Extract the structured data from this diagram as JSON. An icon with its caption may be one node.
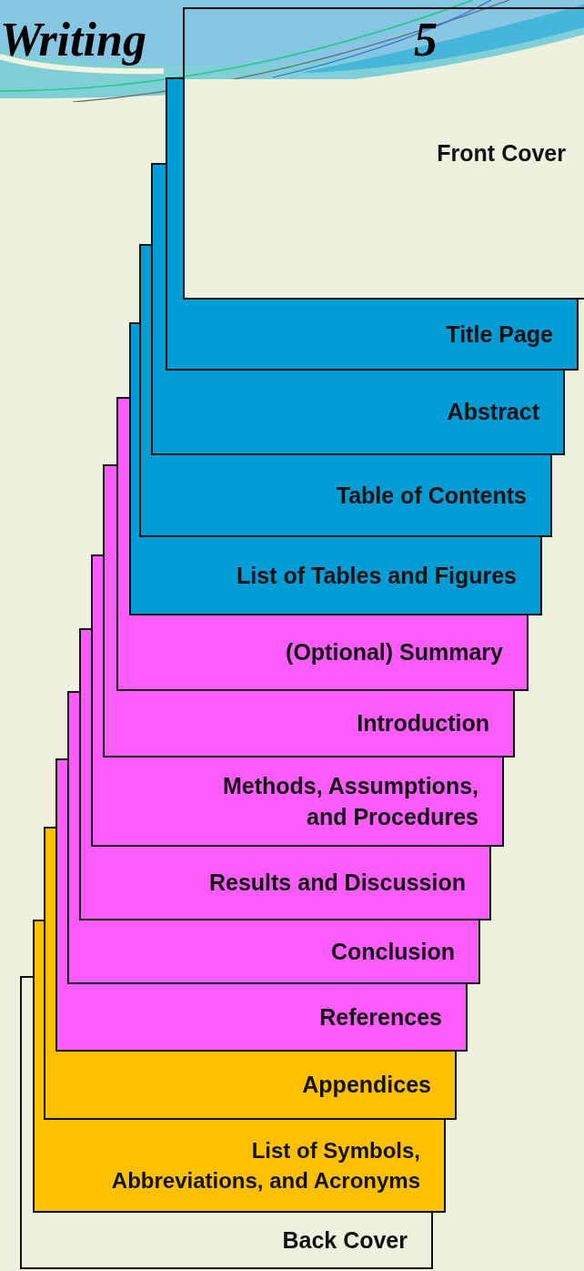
{
  "diagram": {
    "nodes": [
      {
        "text": [
          "Front Cover"
        ]
      },
      {
        "text": [
          "Title Page"
        ]
      },
      {
        "text": [
          "Abstract"
        ]
      },
      {
        "text": [
          "Table of Contents"
        ]
      },
      {
        "text": [
          "List of Tables and Figures"
        ]
      },
      {
        "text": [
          "(Optional) Summary"
        ]
      },
      {
        "text": [
          "Introduction"
        ]
      },
      {
        "text": [
          "Methods, Assumptions, and Procedures"
        ]
      },
      {
        "text": [
          "Results and Discussion"
        ]
      },
      {
        "text": [
          "Conclusion"
        ]
      },
      {
        "text": [
          "References"
        ]
      },
      {
        "text": [
          "Appendices"
        ]
      },
      {
        "text": [
          "List of Symbols, Abbreviations, and Acronyms"
        ]
      },
      {
        "text": [
          "Back Cover"
        ]
      }
    ],
    "labels": [
      "Writing",
      "5"
    ]
  }
}
